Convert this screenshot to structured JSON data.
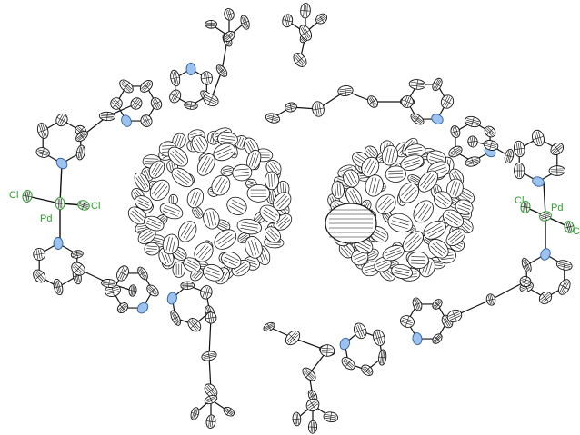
{
  "labels": {
    "left_cl_1": "Cl",
    "left_cl_2": "Cl",
    "left_pd": "Pd",
    "right_cl_1": "Cl",
    "right_cl_2": "Cl",
    "right_pd": "Pd"
  },
  "colors": {
    "carbon": "#111111",
    "nitrogen": "#5d98e0",
    "chlorine_palladium": "#2f9c2f",
    "background": "#ffffff"
  }
}
